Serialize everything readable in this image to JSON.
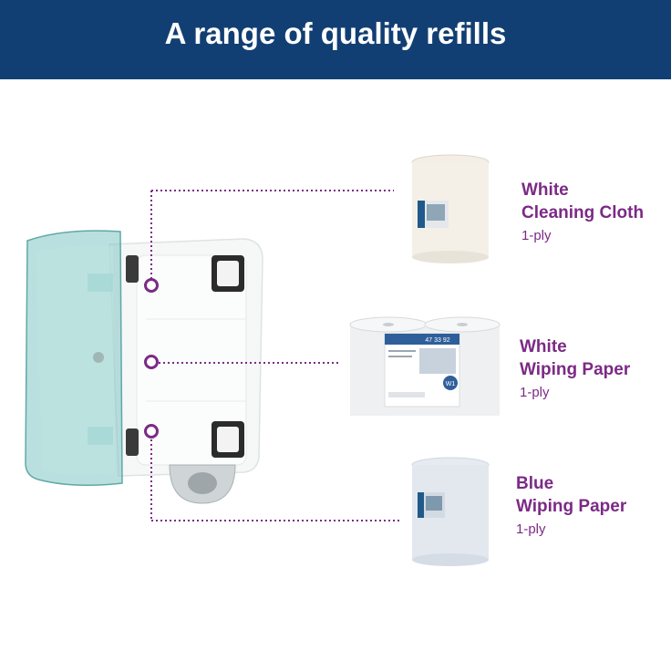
{
  "header": {
    "title": "A range of quality refills"
  },
  "products": [
    {
      "line1": "White",
      "line2": "Cleaning Cloth",
      "ply": "1-ply"
    },
    {
      "line1": "White",
      "line2": "Wiping Paper",
      "ply": "1-ply"
    },
    {
      "line1": "Blue",
      "line2": "Wiping Paper",
      "ply": "1-ply"
    }
  ],
  "pack": {
    "code": "47 33 92",
    "badge": "W1"
  },
  "colors": {
    "banner": "#123f73",
    "accent": "#7b2a85",
    "dispenser_shell": "#7fc6c2"
  }
}
